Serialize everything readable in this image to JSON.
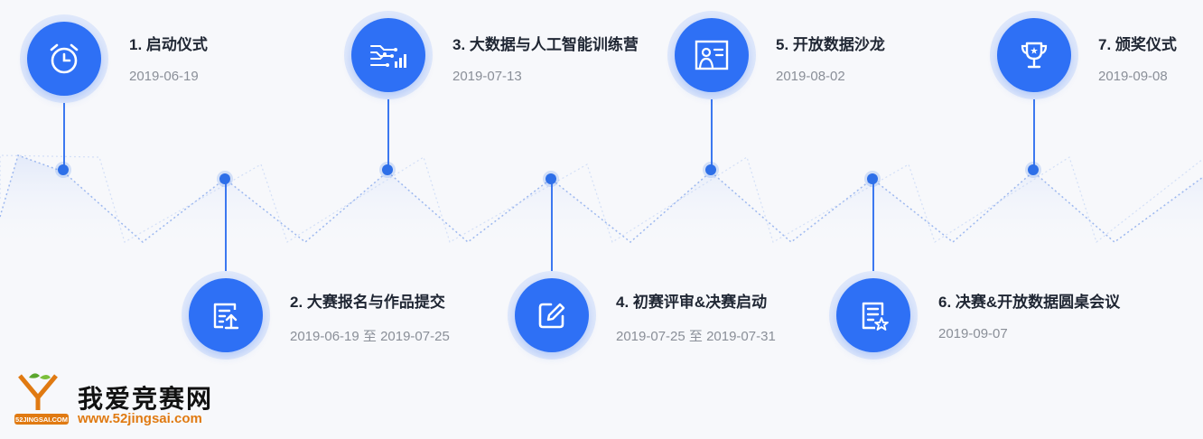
{
  "events": [
    {
      "title": "1. 启动仪式",
      "date": "2019-06-19",
      "icon": "alarm-clock-icon"
    },
    {
      "title": "2. 大赛报名与作品提交",
      "date": "2019-06-19 至 2019-07-25",
      "icon": "upload-document-icon"
    },
    {
      "title": "3. 大数据与人工智能训练营",
      "date": "2019-07-13",
      "icon": "data-chart-icon"
    },
    {
      "title": "4. 初赛评审&决赛启动",
      "date": "2019-07-25 至 2019-07-31",
      "icon": "edit-icon"
    },
    {
      "title": "5. 开放数据沙龙",
      "date": "2019-08-02",
      "icon": "presenter-board-icon"
    },
    {
      "title": "6. 决赛&开放数据圆桌会议",
      "date": "2019-09-07",
      "icon": "document-star-icon"
    },
    {
      "title": "7. 颁奖仪式",
      "date": "2019-09-08",
      "icon": "trophy-icon"
    }
  ],
  "colors": {
    "accent": "#2e70f5",
    "halo": "#dfe8fb",
    "wave": "#a9c2f5",
    "brand_orange": "#e07a12"
  },
  "brand": {
    "name": "我爱竞赛网",
    "url": "www.52jingsai.com",
    "emblem_text": "52JINGSAI.COM"
  }
}
